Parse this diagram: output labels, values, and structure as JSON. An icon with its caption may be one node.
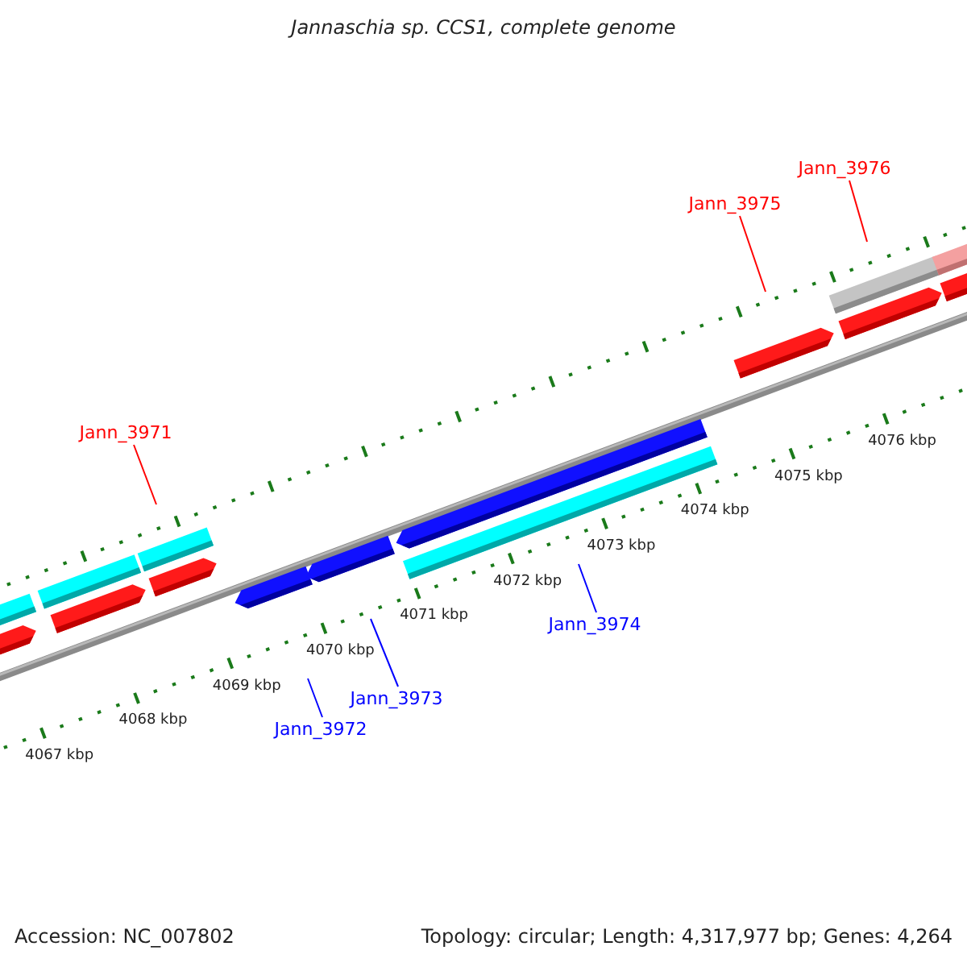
{
  "diagram": {
    "title": "Jannaschia sp. CCS1, complete genome",
    "nodes": [
      {
        "text": [
          "Jann_3971"
        ]
      },
      {
        "text": [
          "Jann_3972"
        ]
      },
      {
        "text": [
          "Jann_3973"
        ]
      },
      {
        "text": [
          "Jann_3974"
        ]
      },
      {
        "text": [
          "Jann_3975"
        ]
      },
      {
        "text": [
          "Jann_3976"
        ]
      }
    ],
    "edges": [
      {
        "from": 0,
        "to": null,
        "arrow": "none",
        "color": "#ff0000"
      },
      {
        "from": 1,
        "to": null,
        "arrow": "none",
        "color": "#0000ff"
      },
      {
        "from": 2,
        "to": null,
        "arrow": "none",
        "color": "#0000ff"
      },
      {
        "from": 3,
        "to": null,
        "arrow": "none",
        "color": "#0000ff"
      },
      {
        "from": 4,
        "to": null,
        "arrow": "none",
        "color": "#ff0000"
      },
      {
        "from": 5,
        "to": null,
        "arrow": "none",
        "color": "#ff0000"
      }
    ],
    "labels": [
      "4067 kbp",
      "4068 kbp",
      "4069 kbp",
      "4070 kbp",
      "4071 kbp",
      "4072 kbp",
      "4073 kbp",
      "4074 kbp",
      "4075 kbp",
      "4076 kbp",
      "Accession: NC_007802",
      "Topology: circular; Length: 4,317,977 bp; Genes: 4,264"
    ]
  }
}
